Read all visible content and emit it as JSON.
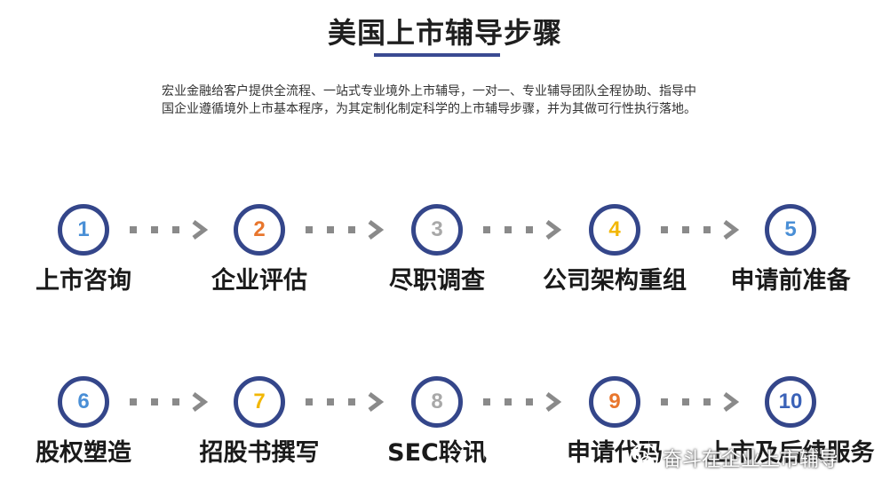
{
  "header": {
    "title": "美国上市辅导步骤",
    "description_line1": "宏业金融给客户提供全流程、一站式专业境外上市辅导，一对一、专业辅导团队全程协助、指导中",
    "description_line2": "国企业遵循境外上市基本程序，为其定制化制定科学的上市辅导步骤，并为其做可行性执行落地。"
  },
  "steps": [
    {
      "number": "1",
      "label": "上市咨询",
      "color": "#4a8fd6"
    },
    {
      "number": "2",
      "label": "企业评估",
      "color": "#e8762d"
    },
    {
      "number": "3",
      "label": "尽职调查",
      "color": "#a8a8a8"
    },
    {
      "number": "4",
      "label": "公司架构重组",
      "color": "#f2b705"
    },
    {
      "number": "5",
      "label": "申请前准备",
      "color": "#4a8fd6"
    },
    {
      "number": "6",
      "label": "股权塑造",
      "color": "#4a8fd6"
    },
    {
      "number": "7",
      "label": "招股书撰写",
      "color": "#f2b705"
    },
    {
      "number": "8",
      "label": "SEC聆讯",
      "color": "#a8a8a8"
    },
    {
      "number": "9",
      "label": "申请代码",
      "color": "#e8762d"
    },
    {
      "number": "10",
      "label": "上市及后续服务",
      "color": "#3a62b8"
    }
  ],
  "watermark": {
    "text": "奋斗在企业上市辅导",
    "icon": "wechat-icon"
  },
  "colors": {
    "circle_border": "#34468a",
    "arrow": "#8a8a8a",
    "title_underline": "#3a4a92"
  }
}
